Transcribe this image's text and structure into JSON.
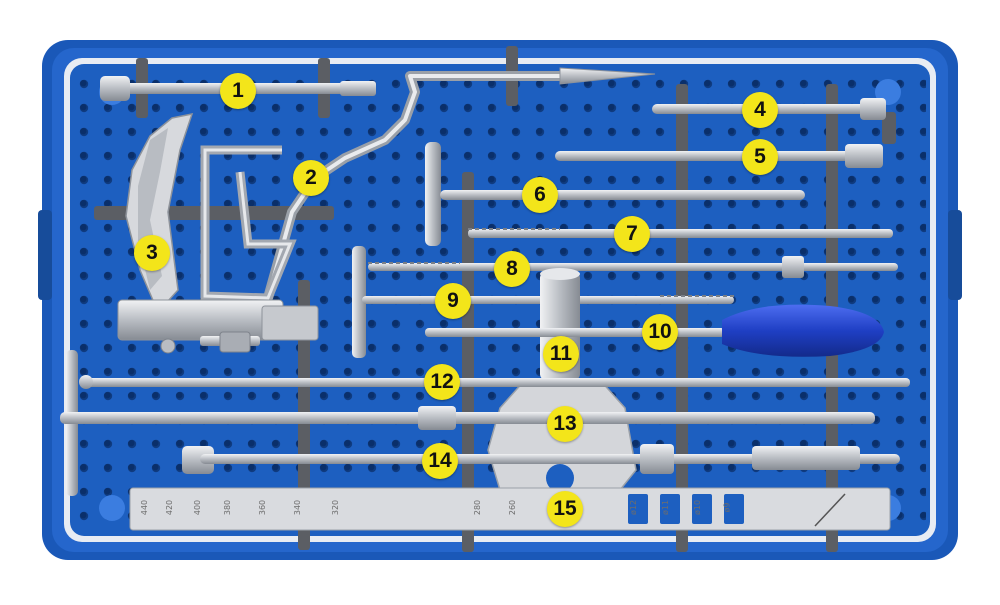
{
  "palette": {
    "tray_blue": "#1d5fc0",
    "tray_rim": "#2a6fd6",
    "tray_dark": "#154f9e",
    "steel": "#c9ccd1",
    "steel_dark": "#8e939b",
    "post_gray": "#5b5e64",
    "marker_yellow": "#f3e51a",
    "handle_blue": "#1f3fc4"
  },
  "instruments": [
    {
      "number": "1",
      "icon": "rod-icon"
    },
    {
      "number": "2",
      "icon": "bent-guide-icon"
    },
    {
      "number": "3",
      "icon": "clamp-icon"
    },
    {
      "number": "4",
      "icon": "rod-icon"
    },
    {
      "number": "5",
      "icon": "rod-icon"
    },
    {
      "number": "6",
      "icon": "t-handle-icon"
    },
    {
      "number": "7",
      "icon": "drill-bit-icon"
    },
    {
      "number": "8",
      "icon": "drill-bit-icon"
    },
    {
      "number": "9",
      "icon": "t-handle-icon"
    },
    {
      "number": "10",
      "icon": "screwdriver-icon"
    },
    {
      "number": "11",
      "icon": "sleeve-icon"
    },
    {
      "number": "12",
      "icon": "rod-icon"
    },
    {
      "number": "13",
      "icon": "rod-icon"
    },
    {
      "number": "14",
      "icon": "rod-icon"
    },
    {
      "number": "15",
      "icon": "ruler-icon"
    }
  ],
  "ruler_marks": [
    "440",
    "420",
    "400",
    "380",
    "360",
    "340",
    "320",
    "280",
    "260",
    "240",
    "ø12",
    "ø11",
    "ø10",
    "ø9"
  ]
}
